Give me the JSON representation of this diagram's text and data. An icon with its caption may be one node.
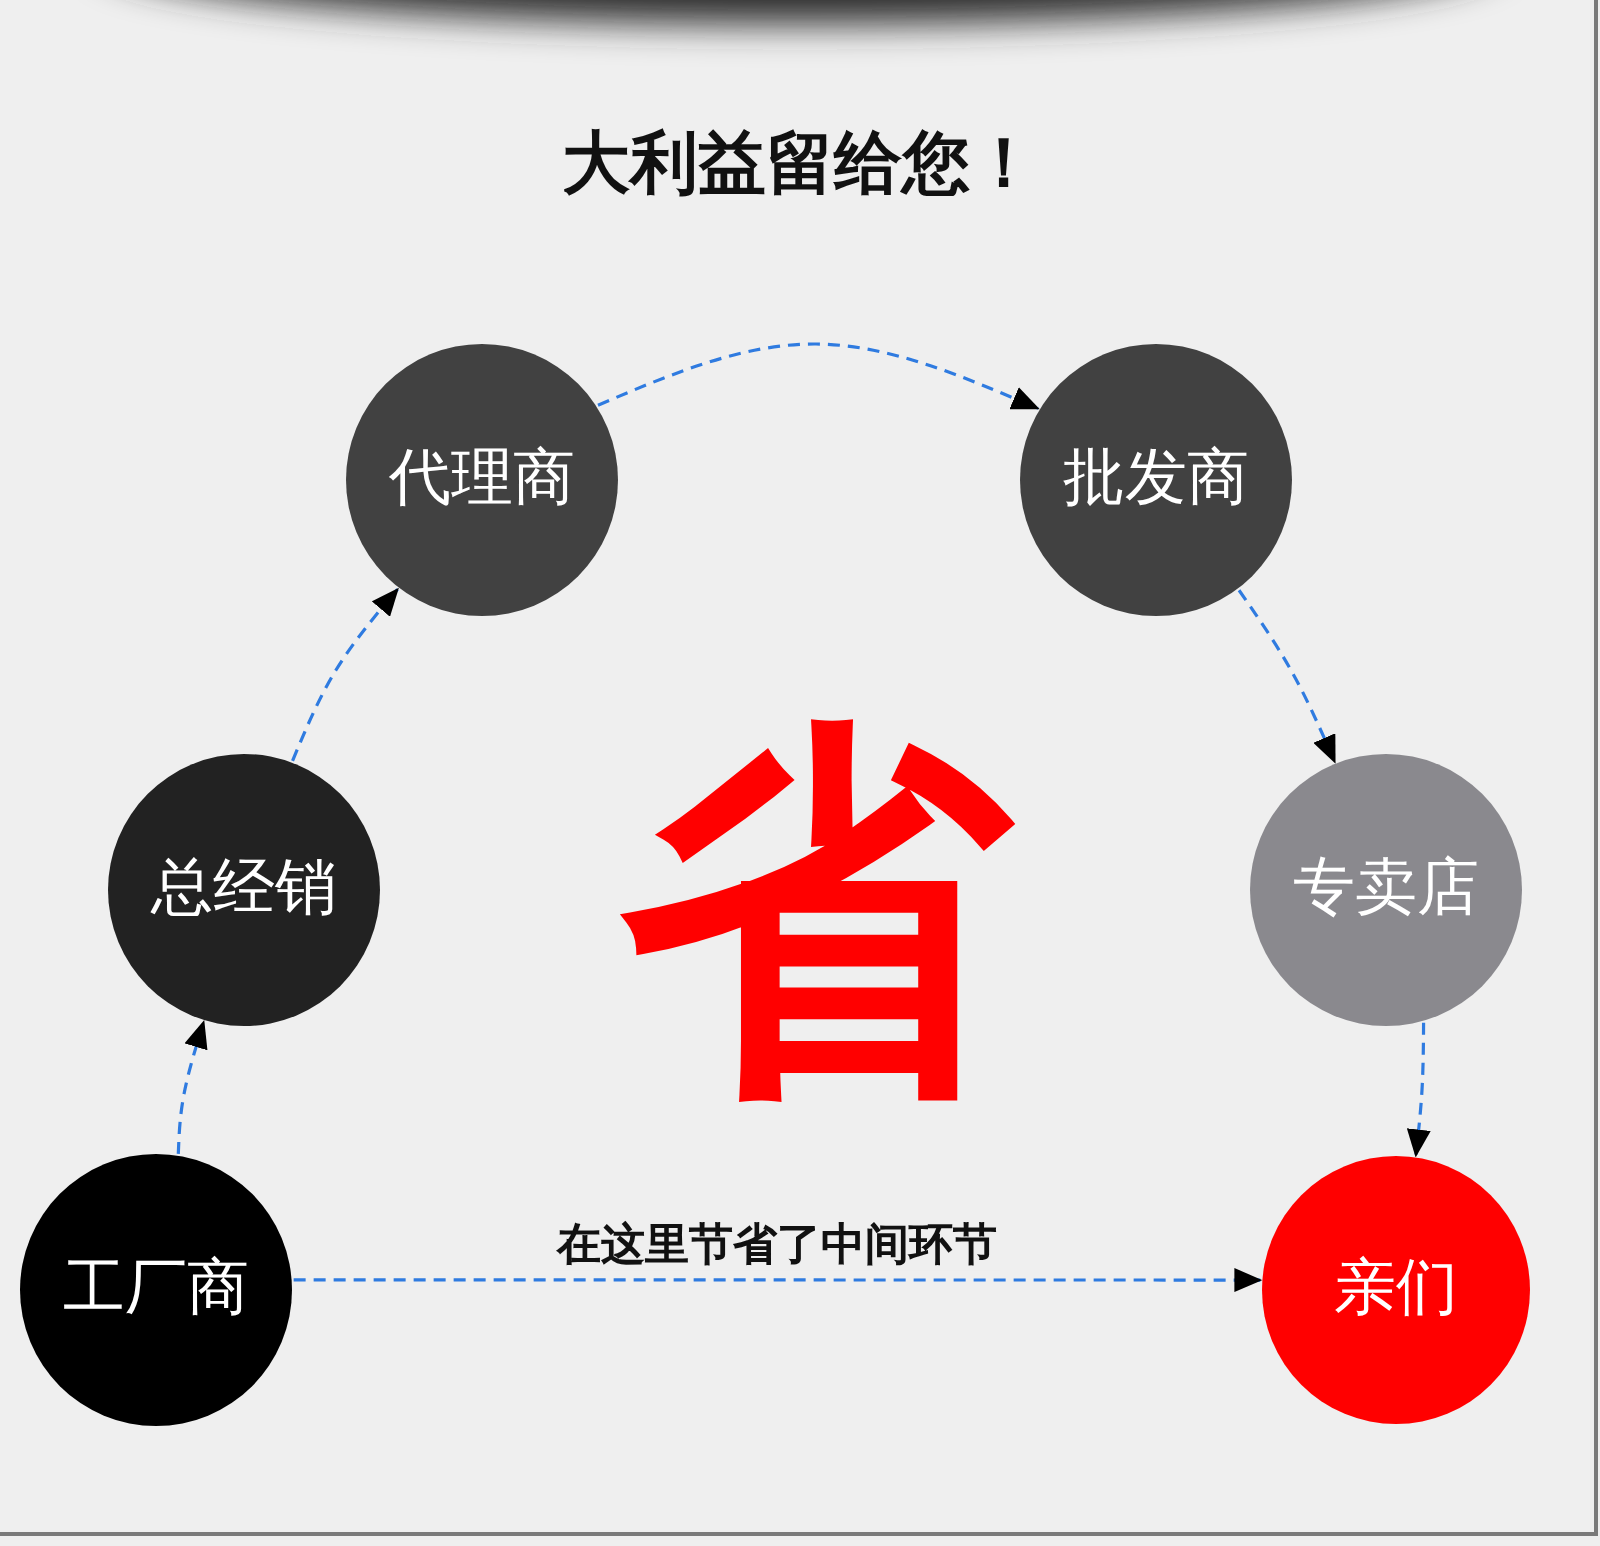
{
  "diagram": {
    "title": "大利益留给您！",
    "nodes": [
      {
        "text": [
          "工厂商"
        ]
      },
      {
        "text": [
          "总经销"
        ]
      },
      {
        "text": [
          "代理商"
        ]
      },
      {
        "text": [
          "批发商"
        ]
      },
      {
        "text": [
          "专卖店"
        ]
      },
      {
        "text": [
          "亲们"
        ]
      }
    ],
    "edges": [
      {
        "from": 0,
        "to": 1,
        "arrow": "to",
        "style": "dashed"
      },
      {
        "from": 1,
        "to": 2,
        "arrow": "to",
        "style": "dashed"
      },
      {
        "from": 2,
        "to": 3,
        "arrow": "to",
        "style": "dashed"
      },
      {
        "from": 3,
        "to": 4,
        "arrow": "to",
        "style": "dashed"
      },
      {
        "from": 4,
        "to": 5,
        "arrow": "to",
        "style": "dashed"
      },
      {
        "from": 0,
        "to": 5,
        "arrow": "to",
        "style": "dashed",
        "label": "在这里节省了中间环节"
      }
    ],
    "labels": [
      "省"
    ]
  }
}
